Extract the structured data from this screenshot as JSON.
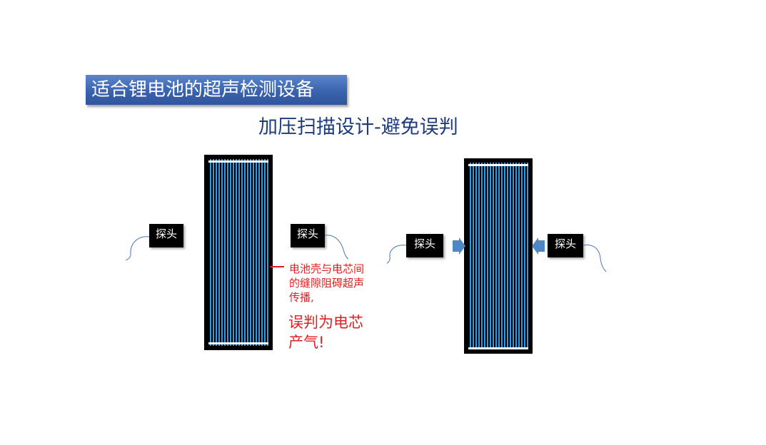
{
  "title": "适合锂电池的超声检测设备",
  "subtitle": "加压扫描设计-避免误判",
  "left_scene": {
    "probe_left": "探头",
    "probe_right": "探头",
    "note_line1": "电池壳与电芯间",
    "note_line2": "的缝隙阻碍超声",
    "note_line3": "传播,",
    "conclusion_line1": "误判为电芯",
    "conclusion_line2": "产气!"
  },
  "right_scene": {
    "probe_left": "探头",
    "probe_right": "探头"
  },
  "colors": {
    "title_bg": "#3a63ad",
    "subtitle_text": "#1f3c7a",
    "note_text": "#e02020",
    "electrode_stripe": "#2f9be2",
    "arrow": "#4f86c6"
  }
}
